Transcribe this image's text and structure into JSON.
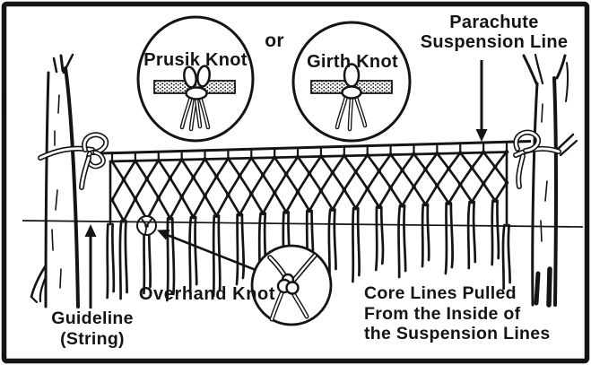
{
  "labels": {
    "prusik_knot": "Prusik Knot",
    "or": "or",
    "girth_knot": "Girth Knot",
    "parachute_line1": "Parachute",
    "parachute_line2": "Suspension Line",
    "overhand_knot": "Overhand Knot",
    "guideline_line1": "Guideline",
    "guideline_line2": "(String)",
    "core_lines_line1": "Core Lines Pulled",
    "core_lines_line2": "From the Inside of",
    "core_lines_line3": "the Suspension Lines"
  },
  "colors": {
    "ink": "#141414",
    "paper": "#ffffff"
  }
}
